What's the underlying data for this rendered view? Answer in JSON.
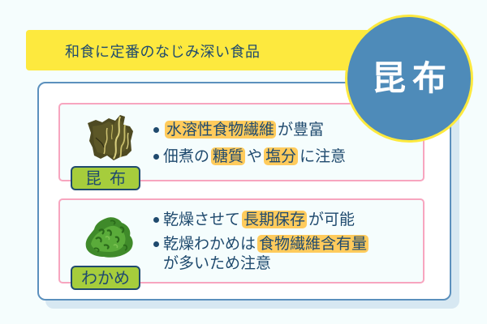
{
  "banner": {
    "text": "和食に定番のなじみ深い食品"
  },
  "title_badge": {
    "text": "昆布"
  },
  "colors": {
    "background": "#f5fdfd",
    "banner_yellow": "#fde93e",
    "circle_blue": "#4e8bb9",
    "outer_border": "#5b90bd",
    "inner_border_pink": "#f7a5bf",
    "label_green": "#a6cd3c",
    "highlight_orange": "#ffcb5c",
    "text_navy": "#1f4a6e"
  },
  "items": [
    {
      "label": "昆布",
      "icon": "kombu-seaweed-image",
      "bullets": [
        {
          "segments": [
            {
              "text": "水溶性食物繊維",
              "highlight": true
            },
            {
              "text": "が豊富",
              "highlight": false
            }
          ]
        },
        {
          "segments": [
            {
              "text": "佃煮の",
              "highlight": false
            },
            {
              "text": "糖質",
              "highlight": true
            },
            {
              "text": "や",
              "highlight": false
            },
            {
              "text": "塩分",
              "highlight": true
            },
            {
              "text": "に注意",
              "highlight": false
            }
          ]
        }
      ]
    },
    {
      "label": "わかめ",
      "icon": "wakame-seaweed-image",
      "bullets": [
        {
          "segments": [
            {
              "text": "乾燥させて",
              "highlight": false
            },
            {
              "text": "長期保存",
              "highlight": true
            },
            {
              "text": "が可能",
              "highlight": false
            }
          ]
        },
        {
          "segments": [
            {
              "text": "乾燥わかめは",
              "highlight": false
            },
            {
              "text": "食物繊維含有量",
              "highlight": true
            },
            {
              "text": "が多いため注意",
              "highlight": false
            }
          ]
        }
      ]
    }
  ]
}
